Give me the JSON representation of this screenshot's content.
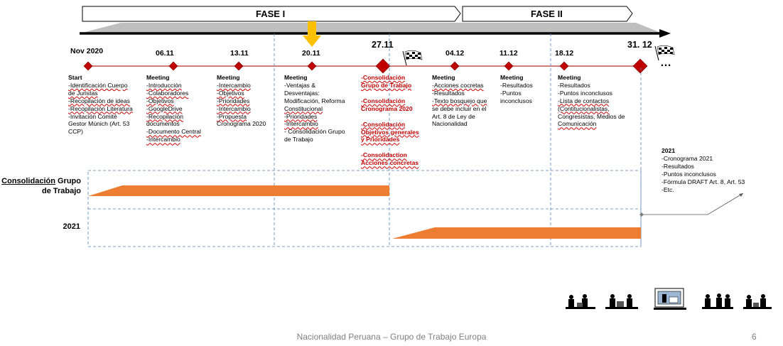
{
  "phases": [
    {
      "label": "FASE I"
    },
    {
      "label": "FASE II"
    }
  ],
  "dates": [
    "Nov 2020",
    "06.11",
    "13.11",
    "20.11",
    "27.11",
    "04.12",
    "11.12",
    "18.12",
    "31. 12"
  ],
  "ellipsis": "…",
  "columns": {
    "start": {
      "head": "Start",
      "items": [
        "-Identificación Cuerpo",
        "de Juristas",
        "-Recopilación de ideas",
        "-Recopilación Literatura",
        "-Invitación Comité",
        "Gestor Múnich (Art. 53",
        "CCP)"
      ]
    },
    "m0611": {
      "head": "Meeting",
      "items": [
        "-Introducción",
        "-Colaboradores",
        "-Objetivos",
        "-GoogleDrive",
        "-Recopilación",
        "documentos",
        "-Documento Central",
        "-Intercambio"
      ]
    },
    "m1311": {
      "head": "Meeting",
      "items": [
        "-Intercambio",
        "-Objetivos",
        "-Prioridades",
        "-Intercambio",
        "-Propuesta",
        "Cronograma 2020"
      ]
    },
    "m2011": {
      "head": "Meeting",
      "items": [
        "-Ventajas &",
        "Desventajas:",
        "Modificación, Reforma",
        "Constitucional",
        "-Prioridades",
        "-Intercambio",
        "- Consolidación Grupo",
        "de Trabajo"
      ]
    },
    "m2711": {
      "b1": [
        "-Consolidación",
        "Grupo de Trabajo"
      ],
      "b2": [
        "-Consolidación",
        "Cronograma 2020"
      ],
      "b3": [
        "-Consolidación",
        "Objetivos generales",
        "y Prioridades"
      ],
      "b4": [
        "-Consolidaction",
        "Acciones concretas"
      ]
    },
    "m0412": {
      "head": "Meeting",
      "items": [
        "-Acciones cocretas",
        "-Resultados",
        "-Texto bosquejo que",
        "se debe incluir en el",
        "Art. 8 de Ley de",
        "Nacionalidad"
      ]
    },
    "m1112": {
      "head": "Meeting",
      "items": [
        "-Resultados",
        "-Puntos",
        "inconclusos"
      ]
    },
    "m1812": {
      "head": "Meeting",
      "items": [
        "-Resultados",
        "-Puntos inconclusos",
        "-Lista de contactos",
        "(Contitucionalistas,",
        "Congresistas, Medios de",
        "Comunicación"
      ]
    }
  },
  "note2021": {
    "head": "2021",
    "items": [
      "-Cronograma 2021",
      "-Resultados",
      "-Puntos inconclusos",
      "-Fórmula DRAFT Art. 8, Art. 53",
      "-Etc."
    ]
  },
  "rows": {
    "consolidacion_word": "Consolidación",
    "consolidacion_rest": " Grupo",
    "consolidacion_line2": "de Trabajo",
    "y2021": "2021"
  },
  "footer": {
    "title": "Nacionalidad Peruana – Grupo de Trabajo Europa",
    "page": "6"
  },
  "icons": [
    "milestone-diamond-icon",
    "checkered-flag-icon",
    "down-arrow-icon",
    "meeting-people-icon",
    "presentation-icon"
  ],
  "colors": {
    "timeline": "#c0504d",
    "diamond": "#c00000",
    "bar": "#ed7d31",
    "grid": "#4f81bd",
    "arrow_marker": "#ffc000",
    "deadline_text": "#c00000"
  }
}
